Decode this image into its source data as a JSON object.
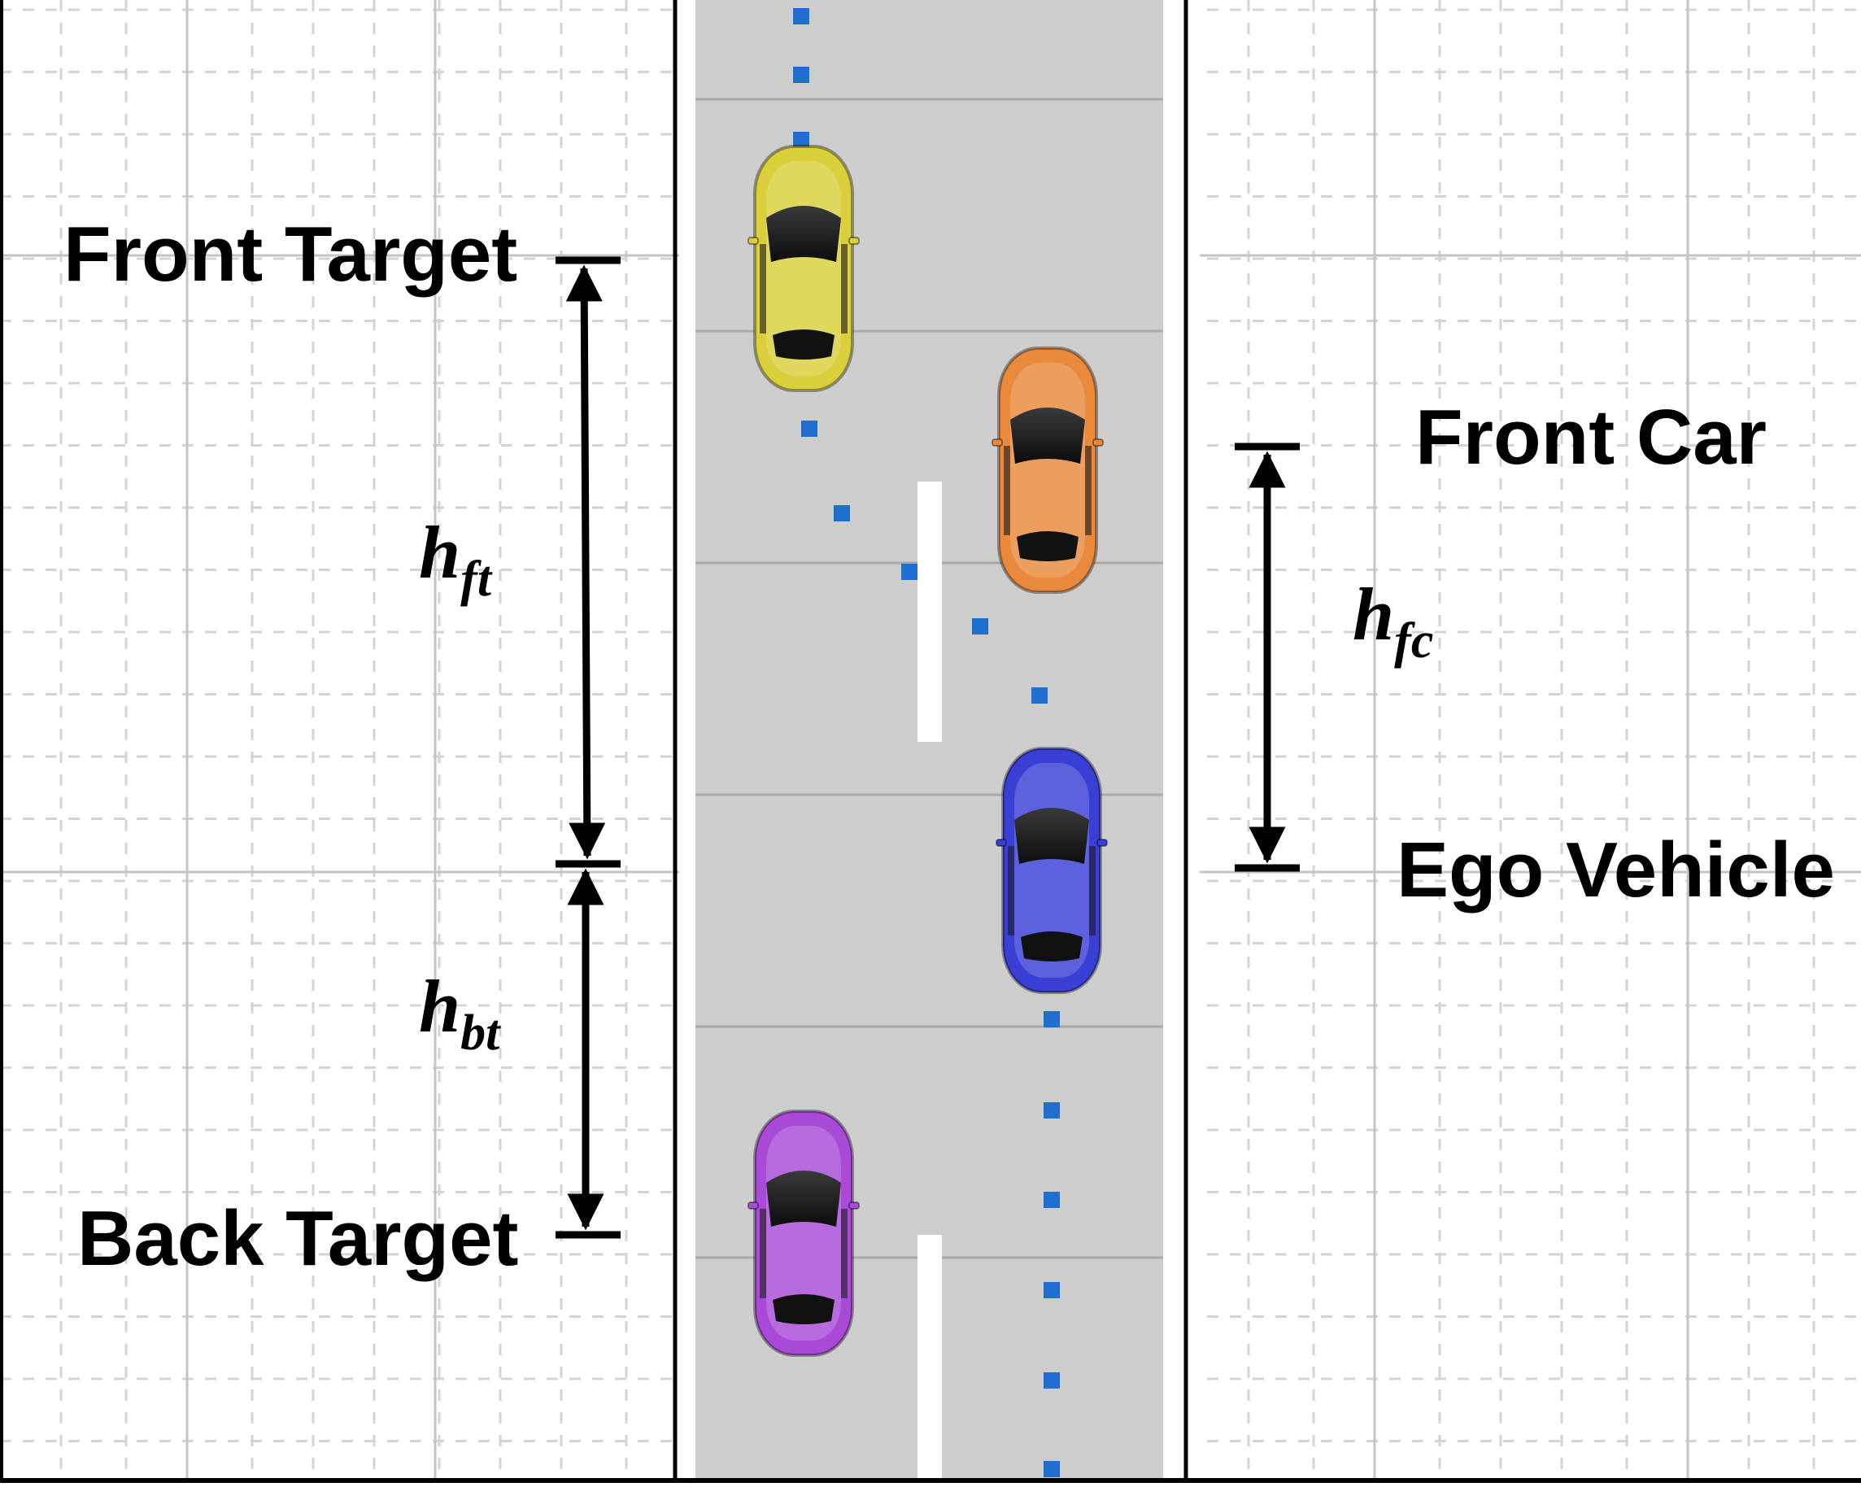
{
  "labels": {
    "front_target": "Front Target",
    "back_target": "Back Target",
    "front_car": "Front Car",
    "ego_vehicle": "Ego Vehicle"
  },
  "symbols": {
    "h_ft": {
      "base": "h",
      "sub": "ft"
    },
    "h_bt": {
      "base": "h",
      "sub": "bt"
    },
    "h_fc": {
      "base": "h",
      "sub": "fc"
    }
  },
  "vehicles": [
    {
      "name": "front-target-car",
      "color": "#d9cf3a"
    },
    {
      "name": "front-car",
      "color": "#e8893c"
    },
    {
      "name": "ego-vehicle-car",
      "color": "#3a3fd6"
    },
    {
      "name": "back-target-car",
      "color": "#a94ad8"
    }
  ],
  "colors": {
    "road": "#cdcdcd",
    "lane_marking": "#ffffff",
    "trajectory": "#1f6fd0",
    "grid": "#d4d4d4",
    "annotation": "#000000"
  },
  "icons": {
    "arrow": "double-headed-arrow",
    "car": "car-top-view-icon"
  }
}
